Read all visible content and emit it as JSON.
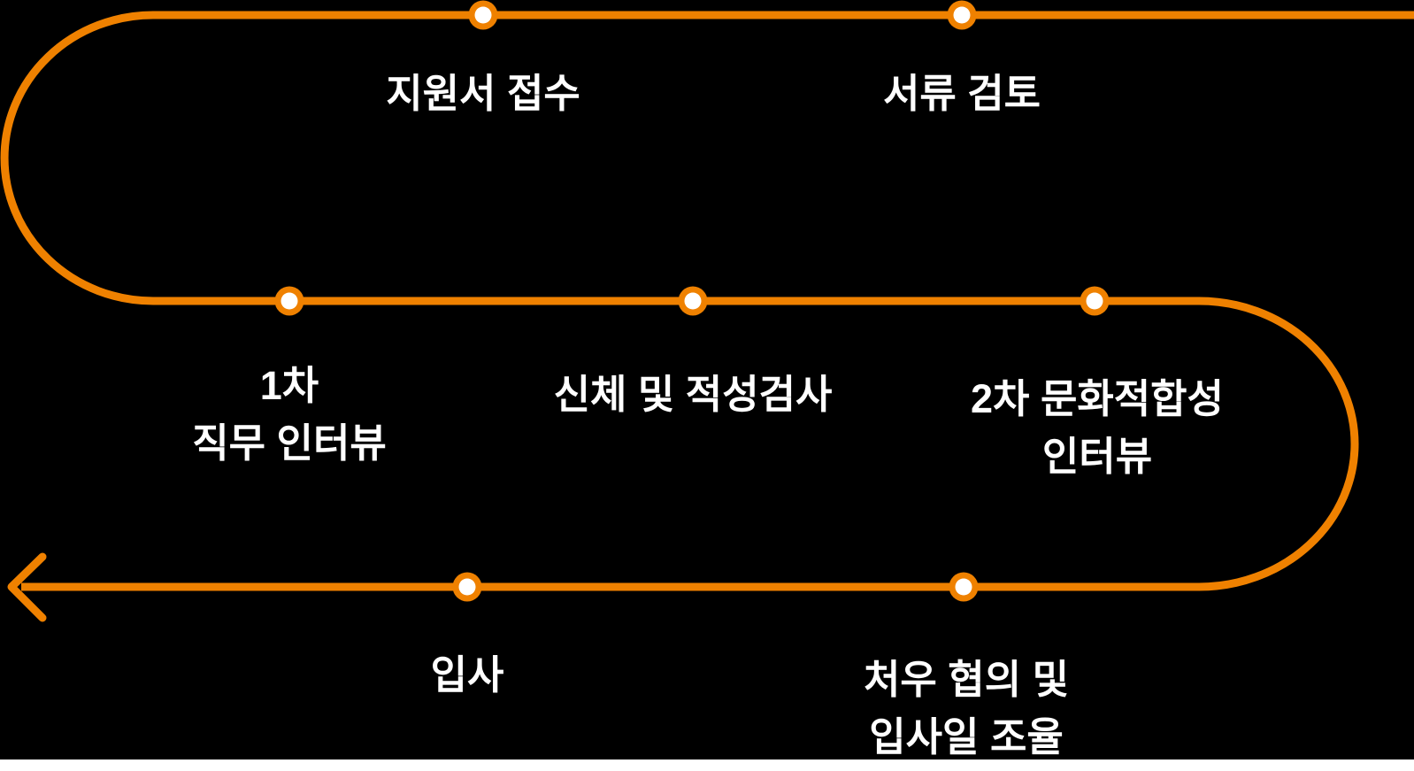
{
  "diagram": {
    "type": "serpentine-process-flow",
    "colors": {
      "background": "#000000",
      "track": "#EF8100",
      "node_center": "#FFFFFF",
      "text": "#FFFFFF",
      "bottom_strip": "#FFFFFF"
    },
    "arrow": {
      "direction": "left",
      "icon": "arrow-left"
    }
  },
  "steps": [
    {
      "order": 1,
      "row": "top",
      "label": "지원서 접수",
      "lines": [
        "지원서 접수"
      ]
    },
    {
      "order": 2,
      "row": "top",
      "label": "서류 검토",
      "lines": [
        "서류 검토"
      ]
    },
    {
      "order": 3,
      "row": "middle",
      "label": "1차 직무 인터뷰",
      "lines": [
        "1차",
        "직무 인터뷰"
      ]
    },
    {
      "order": 4,
      "row": "middle",
      "label": "신체 및 적성검사",
      "lines": [
        "신체 및 적성검사"
      ]
    },
    {
      "order": 5,
      "row": "middle",
      "label": "2차 문화적합성 인터뷰",
      "lines": [
        "2차 문화적합성",
        "인터뷰"
      ]
    },
    {
      "order": 6,
      "row": "bottom",
      "label": "입사",
      "lines": [
        "입사"
      ]
    },
    {
      "order": 7,
      "row": "bottom",
      "label": "처우 협의 및 입사일 조율",
      "lines": [
        "처우 협의 및",
        "입사일 조율"
      ]
    }
  ]
}
